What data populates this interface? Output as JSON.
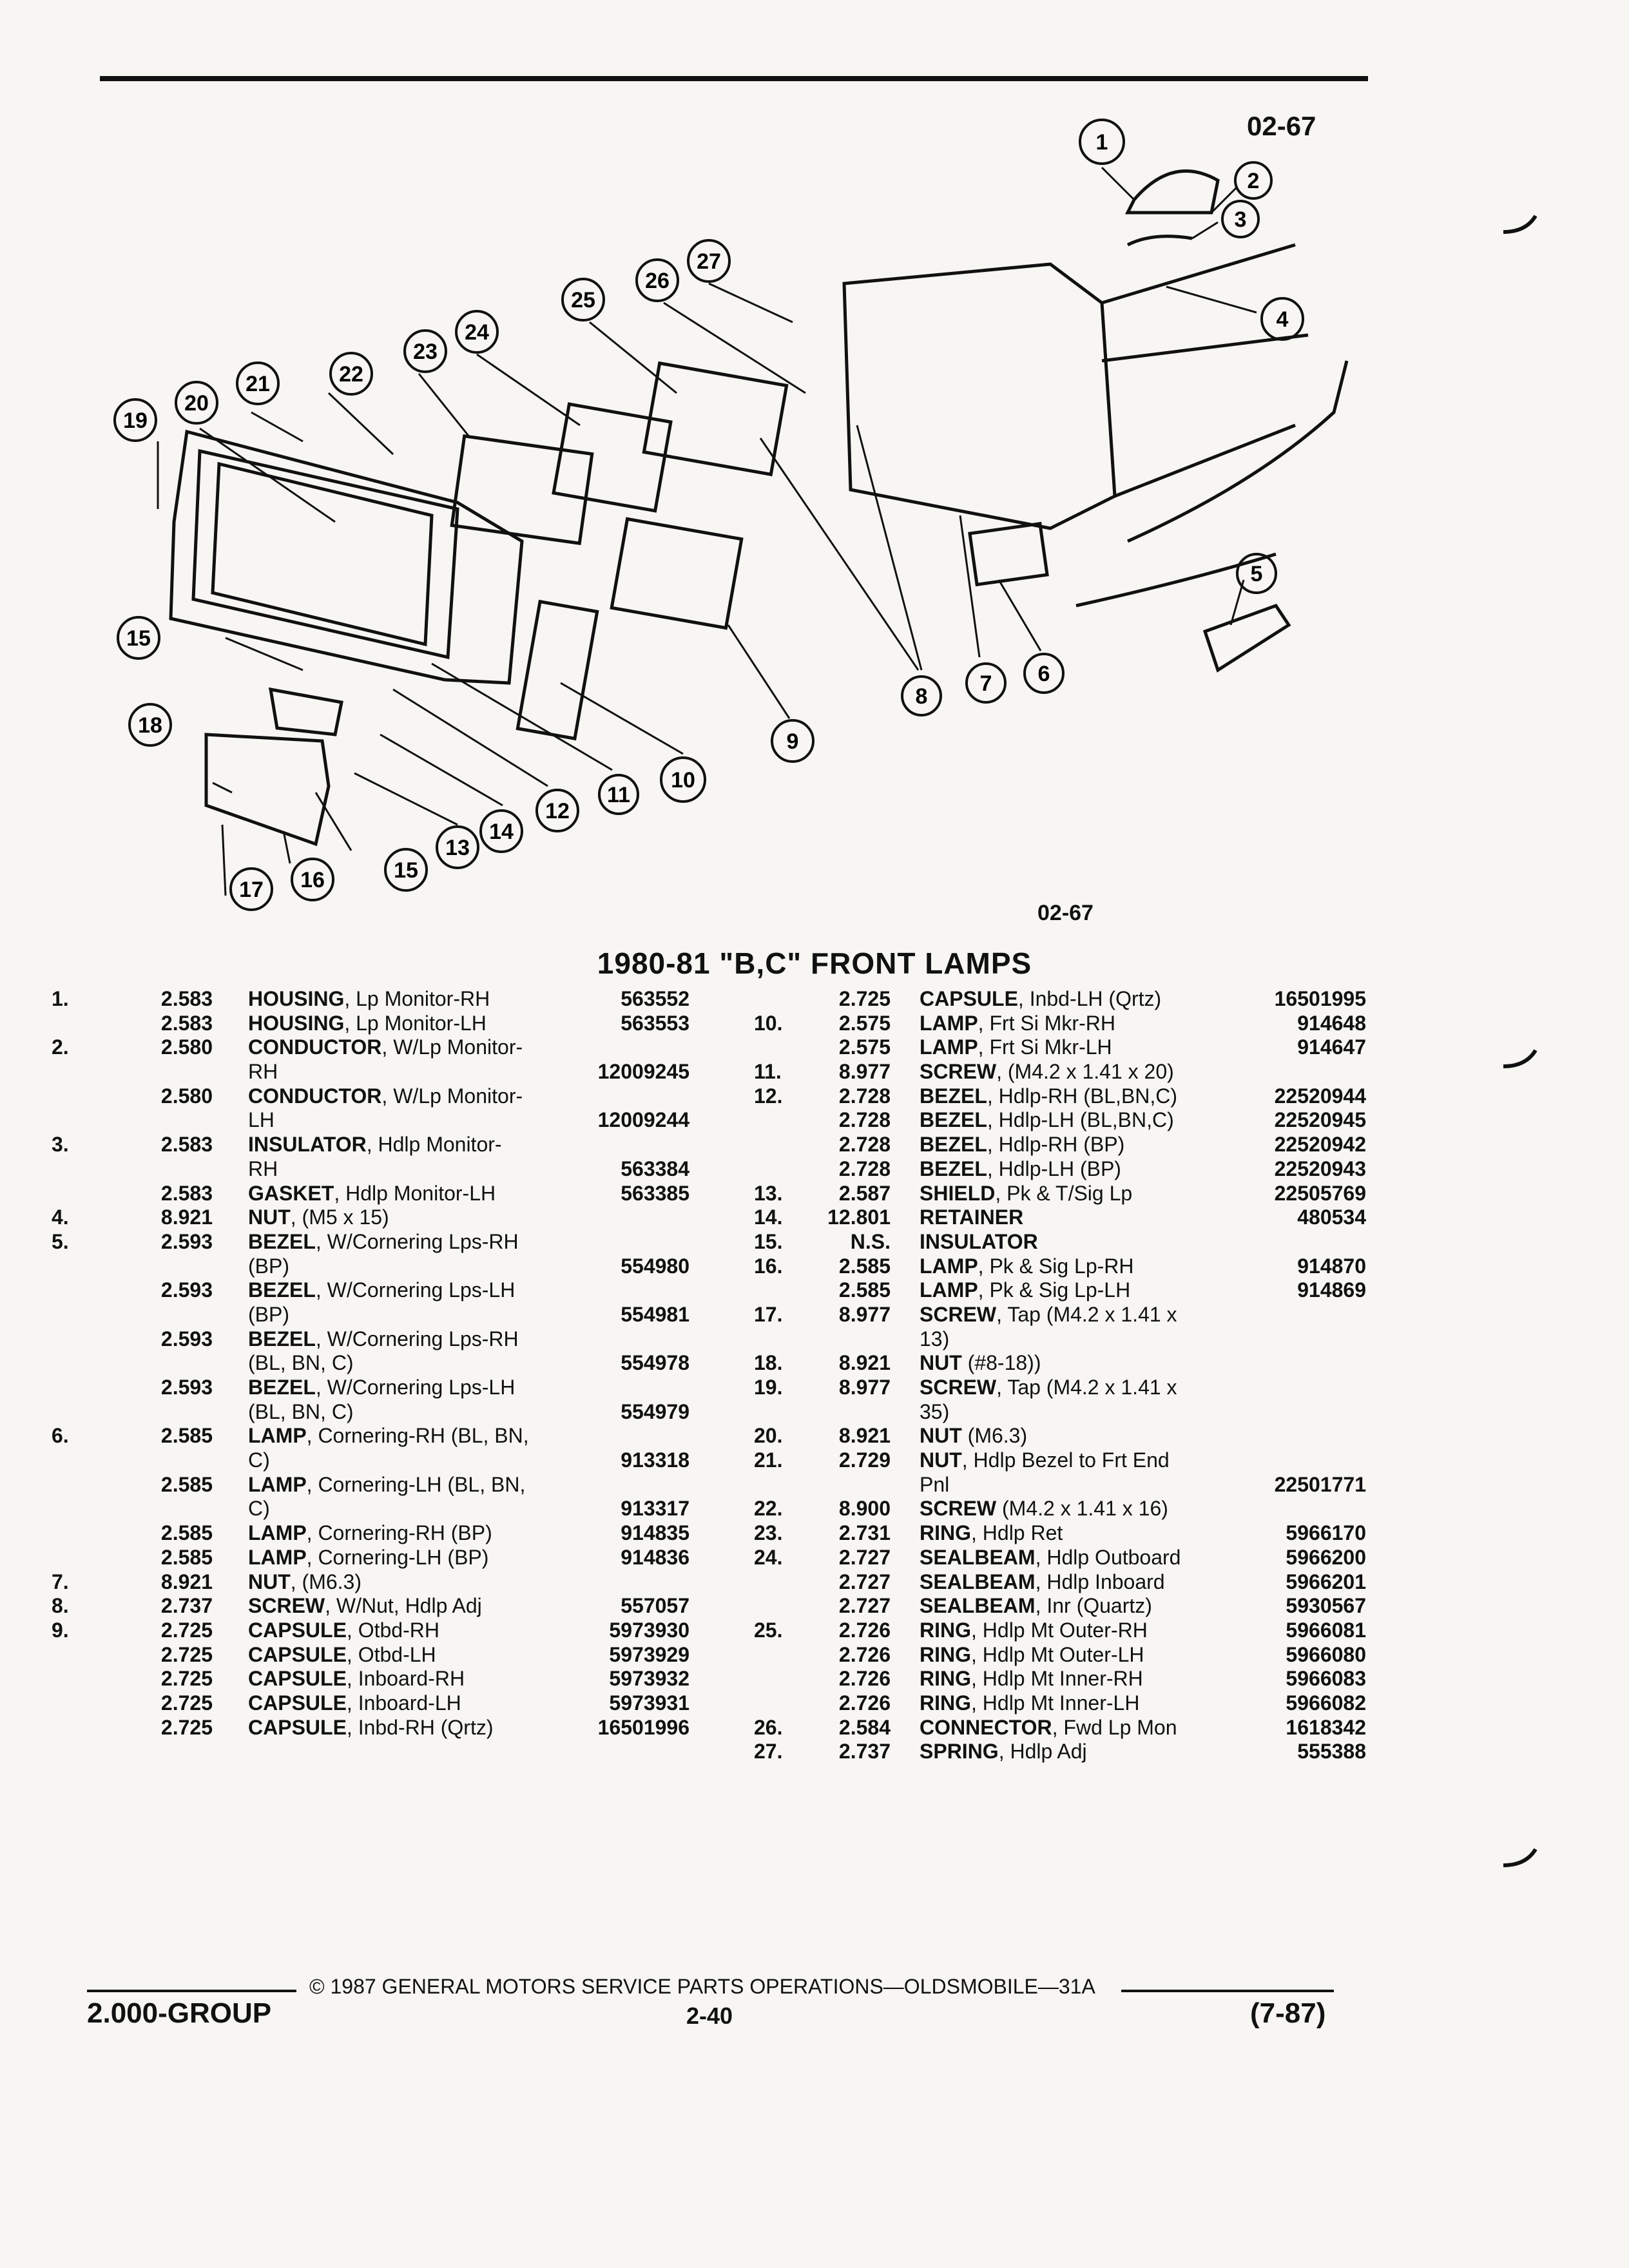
{
  "header": {
    "code_top": "02-67",
    "code_mid": "02-67"
  },
  "title": "1980-81 \"B,C\" FRONT LAMPS",
  "callouts": [
    "1",
    "2",
    "3",
    "4",
    "5",
    "6",
    "7",
    "8",
    "9",
    "10",
    "11",
    "12",
    "13",
    "14",
    "15",
    "15",
    "16",
    "17",
    "18",
    "19",
    "20",
    "21",
    "22",
    "23",
    "24",
    "25",
    "26",
    "27"
  ],
  "left_rows": [
    {
      "num": "1.",
      "grp": "2.583",
      "name": "HOUSING",
      "rest": ", Lp Monitor-RH",
      "part": "563552"
    },
    {
      "num": "",
      "grp": "2.583",
      "name": "HOUSING",
      "rest": ", Lp Monitor-LH",
      "part": "563553"
    },
    {
      "num": "2.",
      "grp": "2.580",
      "name": "CONDUCTOR",
      "rest": ", W/Lp Monitor-",
      "part": ""
    },
    {
      "num": "",
      "grp": "",
      "name": "",
      "rest": "RH",
      "part": "12009245"
    },
    {
      "num": "",
      "grp": "2.580",
      "name": "CONDUCTOR",
      "rest": ", W/Lp Monitor-",
      "part": ""
    },
    {
      "num": "",
      "grp": "",
      "name": "",
      "rest": "LH",
      "part": "12009244"
    },
    {
      "num": "3.",
      "grp": "2.583",
      "name": "INSULATOR",
      "rest": ", Hdlp Monitor-",
      "part": ""
    },
    {
      "num": "",
      "grp": "",
      "name": "",
      "rest": "RH",
      "part": "563384"
    },
    {
      "num": "",
      "grp": "2.583",
      "name": "GASKET",
      "rest": ", Hdlp Monitor-LH",
      "part": "563385"
    },
    {
      "num": "4.",
      "grp": "8.921",
      "name": "NUT",
      "rest": ", (M5 x 15)",
      "part": ""
    },
    {
      "num": "5.",
      "grp": "2.593",
      "name": "BEZEL",
      "rest": ", W/Cornering Lps-RH",
      "part": ""
    },
    {
      "num": "",
      "grp": "",
      "name": "",
      "rest": "(BP)",
      "part": "554980"
    },
    {
      "num": "",
      "grp": "2.593",
      "name": "BEZEL",
      "rest": ", W/Cornering Lps-LH",
      "part": ""
    },
    {
      "num": "",
      "grp": "",
      "name": "",
      "rest": "(BP)",
      "part": "554981"
    },
    {
      "num": "",
      "grp": "2.593",
      "name": "BEZEL",
      "rest": ", W/Cornering Lps-RH",
      "part": ""
    },
    {
      "num": "",
      "grp": "",
      "name": "",
      "rest": "(BL, BN, C)",
      "part": "554978"
    },
    {
      "num": "",
      "grp": "2.593",
      "name": "BEZEL",
      "rest": ", W/Cornering Lps-LH",
      "part": ""
    },
    {
      "num": "",
      "grp": "",
      "name": "",
      "rest": "(BL, BN, C)",
      "part": "554979"
    },
    {
      "num": "6.",
      "grp": "2.585",
      "name": "LAMP",
      "rest": ", Cornering-RH (BL, BN,",
      "part": ""
    },
    {
      "num": "",
      "grp": "",
      "name": "",
      "rest": "C)",
      "part": "913318"
    },
    {
      "num": "",
      "grp": "2.585",
      "name": "LAMP",
      "rest": ", Cornering-LH (BL, BN,",
      "part": ""
    },
    {
      "num": "",
      "grp": "",
      "name": "",
      "rest": "C)",
      "part": "913317"
    },
    {
      "num": "",
      "grp": "2.585",
      "name": "LAMP",
      "rest": ", Cornering-RH (BP)",
      "part": "914835"
    },
    {
      "num": "",
      "grp": "2.585",
      "name": "LAMP",
      "rest": ", Cornering-LH (BP)",
      "part": "914836"
    },
    {
      "num": "7.",
      "grp": "8.921",
      "name": "NUT",
      "rest": ", (M6.3)",
      "part": ""
    },
    {
      "num": "8.",
      "grp": "2.737",
      "name": "SCREW",
      "rest": ", W/Nut, Hdlp Adj",
      "part": "557057"
    },
    {
      "num": "9.",
      "grp": "2.725",
      "name": "CAPSULE",
      "rest": ", Otbd-RH",
      "part": "5973930"
    },
    {
      "num": "",
      "grp": "2.725",
      "name": "CAPSULE",
      "rest": ", Otbd-LH",
      "part": "5973929"
    },
    {
      "num": "",
      "grp": "2.725",
      "name": "CAPSULE",
      "rest": ", Inboard-RH",
      "part": "5973932"
    },
    {
      "num": "",
      "grp": "2.725",
      "name": "CAPSULE",
      "rest": ", Inboard-LH",
      "part": "5973931"
    },
    {
      "num": "",
      "grp": "2.725",
      "name": "CAPSULE",
      "rest": ", Inbd-RH (Qrtz)",
      "part": "16501996"
    }
  ],
  "right_rows": [
    {
      "num": "",
      "grp": "2.725",
      "name": "CAPSULE",
      "rest": ", Inbd-LH (Qrtz)",
      "part": "16501995"
    },
    {
      "num": "10.",
      "grp": "2.575",
      "name": "LAMP",
      "rest": ", Frt Si Mkr-RH",
      "part": "914648"
    },
    {
      "num": "",
      "grp": "2.575",
      "name": "LAMP",
      "rest": ", Frt Si Mkr-LH",
      "part": "914647"
    },
    {
      "num": "11.",
      "grp": "8.977",
      "name": "SCREW",
      "rest": ", (M4.2 x 1.41 x 20)",
      "part": ""
    },
    {
      "num": "12.",
      "grp": "2.728",
      "name": "BEZEL",
      "rest": ", Hdlp-RH (BL,BN,C)",
      "part": "22520944"
    },
    {
      "num": "",
      "grp": "2.728",
      "name": "BEZEL",
      "rest": ", Hdlp-LH (BL,BN,C)",
      "part": "22520945"
    },
    {
      "num": "",
      "grp": "2.728",
      "name": "BEZEL",
      "rest": ", Hdlp-RH (BP)",
      "part": "22520942"
    },
    {
      "num": "",
      "grp": "2.728",
      "name": "BEZEL",
      "rest": ", Hdlp-LH (BP)",
      "part": "22520943"
    },
    {
      "num": "13.",
      "grp": "2.587",
      "name": "SHIELD",
      "rest": ", Pk & T/Sig Lp",
      "part": "22505769"
    },
    {
      "num": "14.",
      "grp": "12.801",
      "name": "RETAINER",
      "rest": "",
      "part": "480534"
    },
    {
      "num": "15.",
      "grp": "N.S.",
      "name": "INSULATOR",
      "rest": "",
      "part": ""
    },
    {
      "num": "16.",
      "grp": "2.585",
      "name": "LAMP",
      "rest": ", Pk & Sig Lp-RH",
      "part": "914870"
    },
    {
      "num": "",
      "grp": "2.585",
      "name": "LAMP",
      "rest": ", Pk & Sig Lp-LH",
      "part": "914869"
    },
    {
      "num": "17.",
      "grp": "8.977",
      "name": "SCREW",
      "rest": ", Tap (M4.2 x 1.41 x",
      "part": ""
    },
    {
      "num": "",
      "grp": "",
      "name": "",
      "rest": "13)",
      "part": ""
    },
    {
      "num": "18.",
      "grp": "8.921",
      "name": "NUT",
      "rest": " (#8-18))",
      "part": ""
    },
    {
      "num": "19.",
      "grp": "8.977",
      "name": "SCREW",
      "rest": ", Tap (M4.2 x 1.41 x",
      "part": ""
    },
    {
      "num": "",
      "grp": "",
      "name": "",
      "rest": "35)",
      "part": ""
    },
    {
      "num": "20.",
      "grp": "8.921",
      "name": "NUT",
      "rest": " (M6.3)",
      "part": ""
    },
    {
      "num": "21.",
      "grp": "2.729",
      "name": "NUT",
      "rest": ", Hdlp Bezel to Frt End",
      "part": ""
    },
    {
      "num": "",
      "grp": "",
      "name": "",
      "rest": "Pnl",
      "part": "22501771"
    },
    {
      "num": "22.",
      "grp": "8.900",
      "name": "SCREW",
      "rest": " (M4.2 x 1.41 x 16)",
      "part": ""
    },
    {
      "num": "23.",
      "grp": "2.731",
      "name": "RING",
      "rest": ", Hdlp Ret",
      "part": "5966170"
    },
    {
      "num": "24.",
      "grp": "2.727",
      "name": "SEALBEAM",
      "rest": ", Hdlp Outboard",
      "part": "5966200"
    },
    {
      "num": "",
      "grp": "2.727",
      "name": "SEALBEAM",
      "rest": ", Hdlp Inboard",
      "part": "5966201"
    },
    {
      "num": "",
      "grp": "2.727",
      "name": "SEALBEAM",
      "rest": ", Inr (Quartz)",
      "part": "5930567"
    },
    {
      "num": "25.",
      "grp": "2.726",
      "name": "RING",
      "rest": ", Hdlp Mt Outer-RH",
      "part": "5966081"
    },
    {
      "num": "",
      "grp": "2.726",
      "name": "RING",
      "rest": ", Hdlp Mt Outer-LH",
      "part": "5966080"
    },
    {
      "num": "",
      "grp": "2.726",
      "name": "RING",
      "rest": ", Hdlp Mt Inner-RH",
      "part": "5966083"
    },
    {
      "num": "",
      "grp": "2.726",
      "name": "RING",
      "rest": ", Hdlp Mt Inner-LH",
      "part": "5966082"
    },
    {
      "num": "26.",
      "grp": "2.584",
      "name": "CONNECTOR",
      "rest": ", Fwd Lp Mon",
      "part": "1618342"
    },
    {
      "num": "27.",
      "grp": "2.737",
      "name": "SPRING",
      "rest": ", Hdlp Adj",
      "part": "555388"
    }
  ],
  "footer": {
    "copyright": "© 1987 GENERAL MOTORS SERVICE PARTS OPERATIONS—OLDSMOBILE—31A",
    "group": "2.000-GROUP",
    "page": "2-40",
    "date": "(7-87)"
  }
}
